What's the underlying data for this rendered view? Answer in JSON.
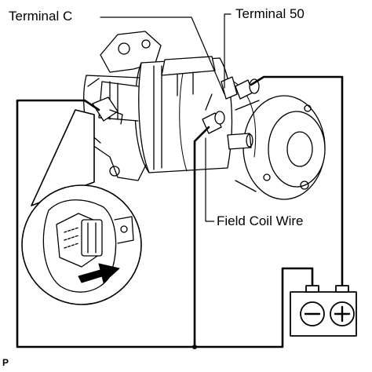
{
  "labels": {
    "terminal_c": "Terminal C",
    "terminal_50": "Terminal 50",
    "field_coil_wire": "Field Coil Wire",
    "plate_code": "P"
  },
  "battery": {
    "negative_symbol": "−",
    "positive_symbol": "+"
  },
  "colors": {
    "line": "#000000",
    "background": "#ffffff"
  }
}
